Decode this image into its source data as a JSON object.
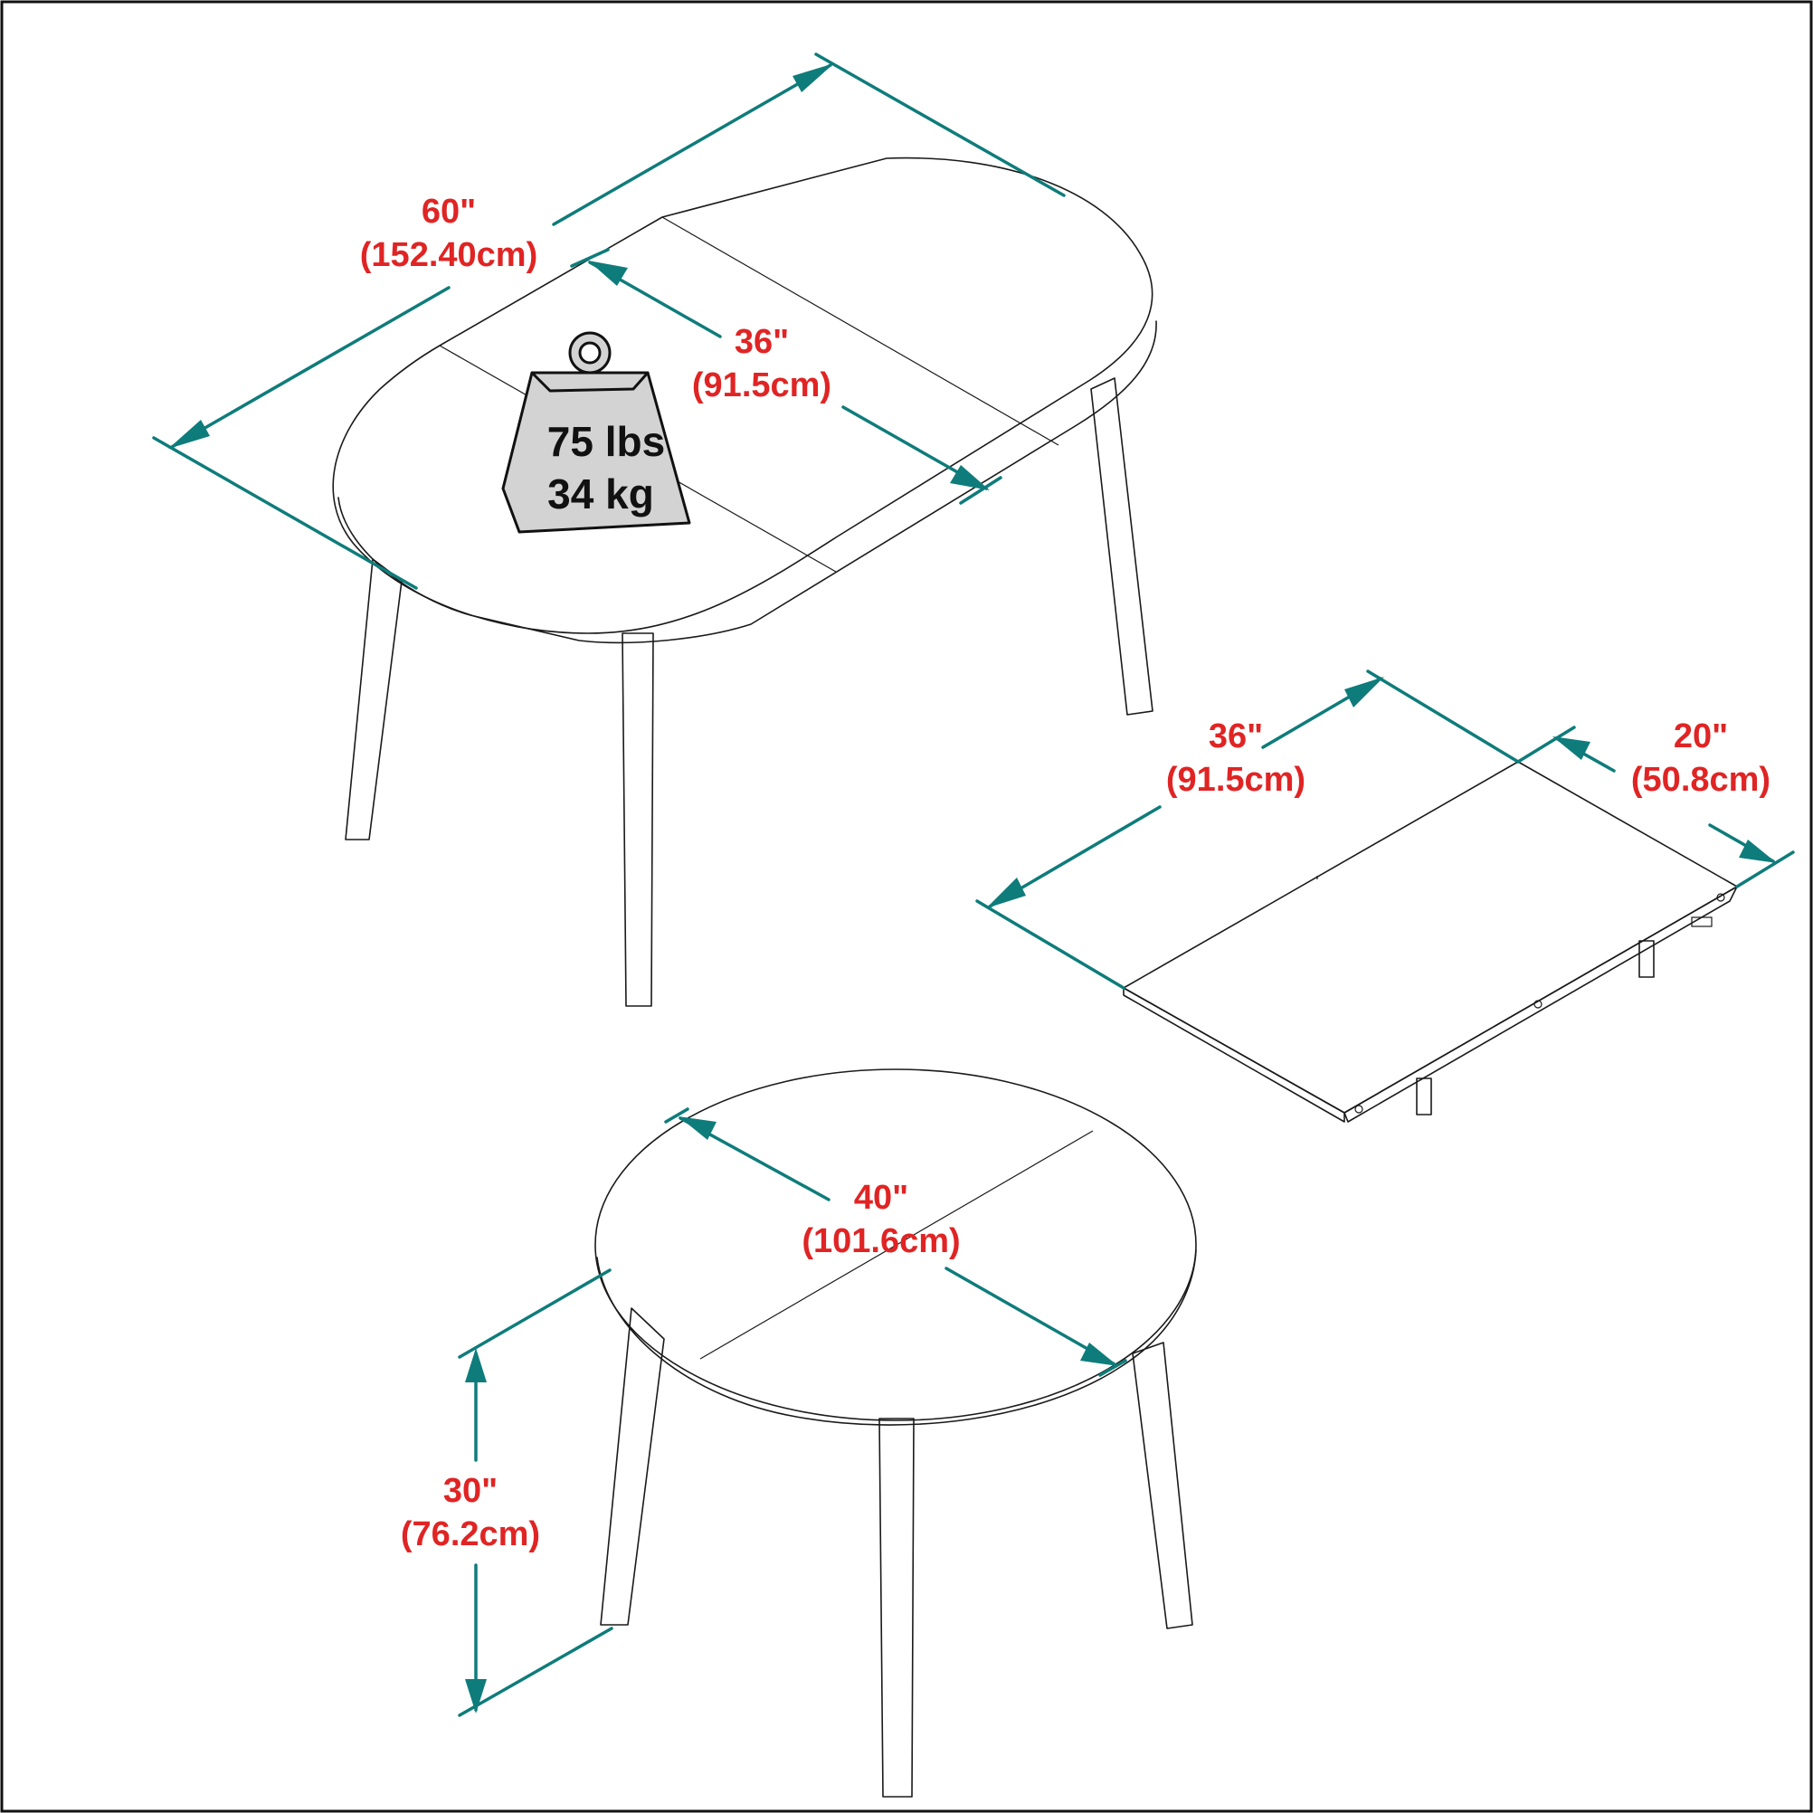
{
  "colors": {
    "dimension_line": "#0e7c7b",
    "dimension_text": "#e02424",
    "line_art": "#1a1a1a",
    "weight_fill": "#d3d3d3"
  },
  "weight_badge": {
    "icon": "weight-icon",
    "lbs": "75 lbs",
    "kg": "34 kg"
  },
  "dimensions": {
    "extended_length": {
      "imperial": "60\"",
      "metric": "(152.40cm)"
    },
    "extended_width": {
      "imperial": "36\"",
      "metric": "(91.5cm)"
    },
    "leaf_length": {
      "imperial": "36\"",
      "metric": "(91.5cm)"
    },
    "leaf_width": {
      "imperial": "20\"",
      "metric": "(50.8cm)"
    },
    "round_diameter": {
      "imperial": "40\"",
      "metric": "(101.6cm)"
    },
    "table_height": {
      "imperial": "30\"",
      "metric": "(76.2cm)"
    }
  }
}
